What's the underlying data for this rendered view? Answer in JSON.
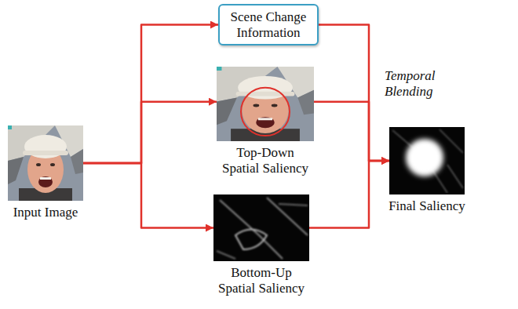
{
  "diagram": {
    "nodes": [
      {
        "text": [
          "Input Image"
        ]
      },
      {
        "text": [
          "Scene Change Information"
        ]
      },
      {
        "text": [
          "Top-Down Spatial Saliency"
        ]
      },
      {
        "text": [
          "Bottom-Up Spatial Saliency"
        ]
      },
      {
        "text": [
          "Final Saliency"
        ]
      }
    ],
    "edges": [
      {
        "from": 0,
        "to": 1,
        "arrow": "to"
      },
      {
        "from": 0,
        "to": 2,
        "arrow": "to"
      },
      {
        "from": 0,
        "to": 3,
        "arrow": "to"
      },
      {
        "from": 1,
        "to": 4,
        "label": "Temporal Blending",
        "arrow": "to"
      },
      {
        "from": 2,
        "to": 4,
        "arrow": "to"
      },
      {
        "from": 3,
        "to": 4,
        "arrow": "to"
      }
    ]
  }
}
